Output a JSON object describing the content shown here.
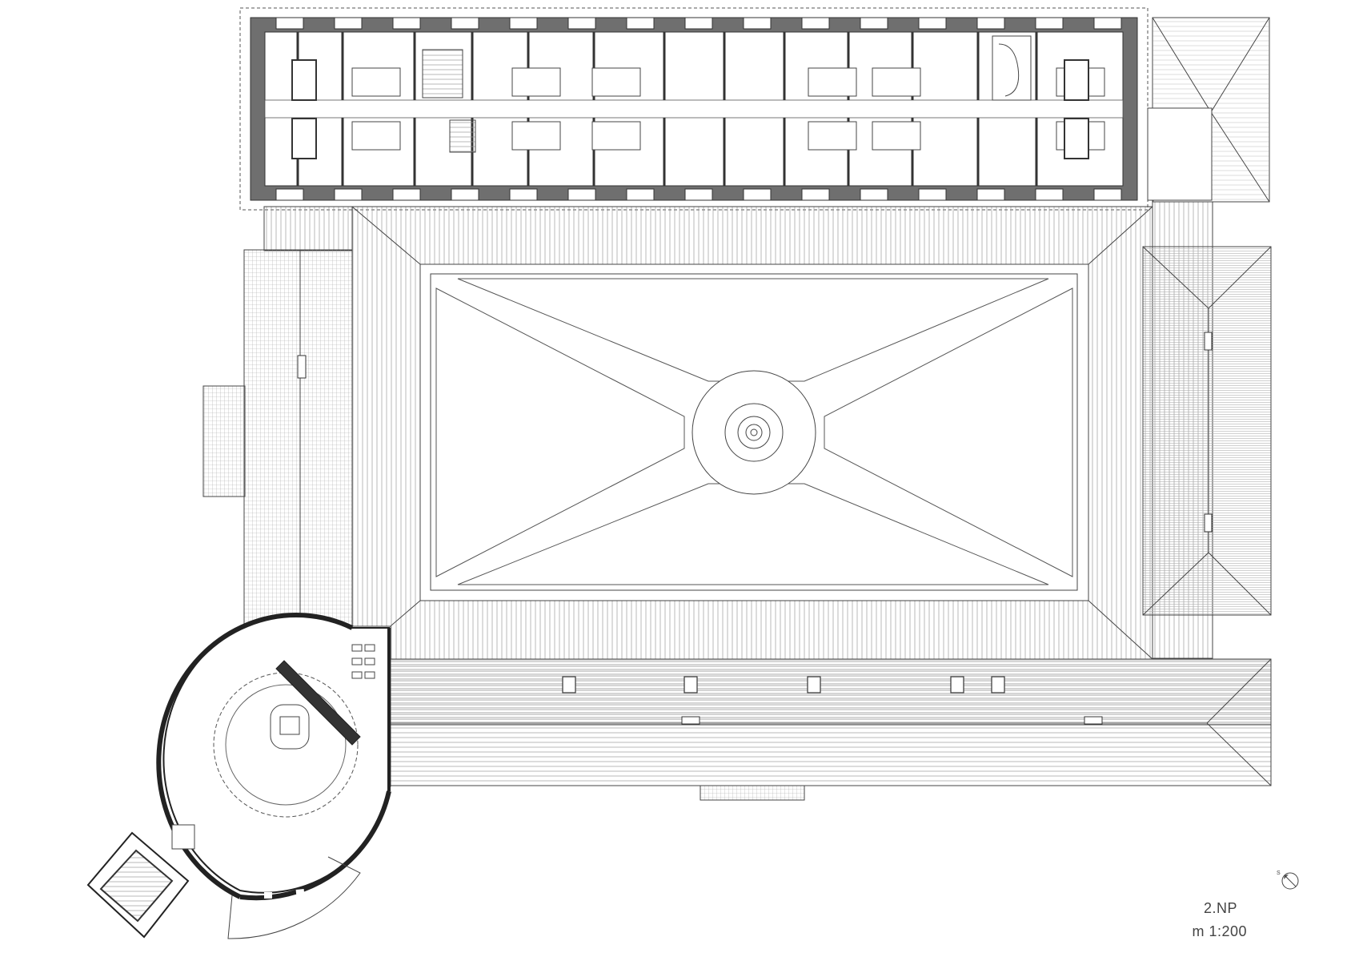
{
  "drawing": {
    "floor_label": "2.NP",
    "scale_label": "m  1:200",
    "north_letter": "S"
  },
  "colors": {
    "line": "#3a3a3a",
    "wall_fill": "#6f6f6f",
    "hatch": "#9a9a9a",
    "background": "#ffffff"
  }
}
